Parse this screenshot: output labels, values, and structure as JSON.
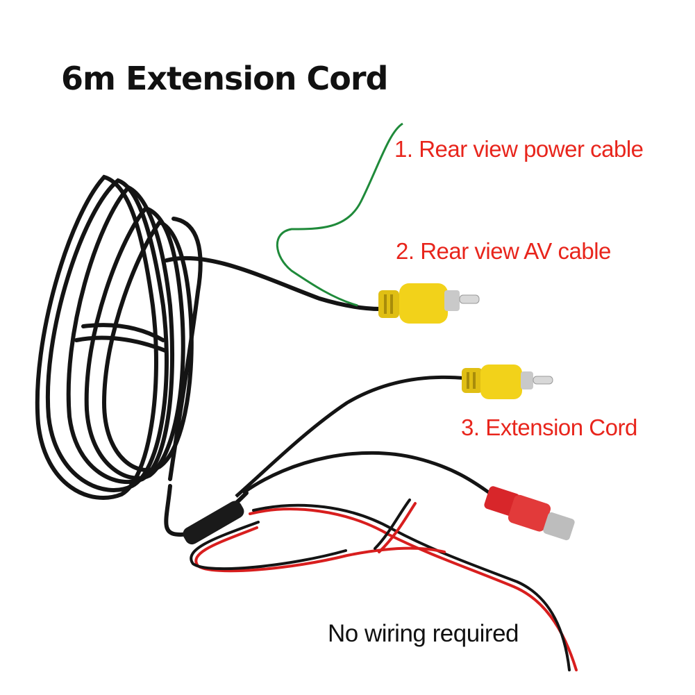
{
  "title": "6m Extension Cord",
  "labels": {
    "power_cable": "1. Rear view power cable",
    "av_cable": "2. Rear view AV cable",
    "extension_cord": "3.  Extension Cord",
    "no_wiring": "No wiring required"
  },
  "colors": {
    "label_red": "#e8251c",
    "cable_black": "#111111",
    "rca_yellow": "#f2d21a",
    "dc_plug_red": "#d8262a",
    "wire_green": "#1f8a3a",
    "wire_red": "#d81e1e"
  }
}
